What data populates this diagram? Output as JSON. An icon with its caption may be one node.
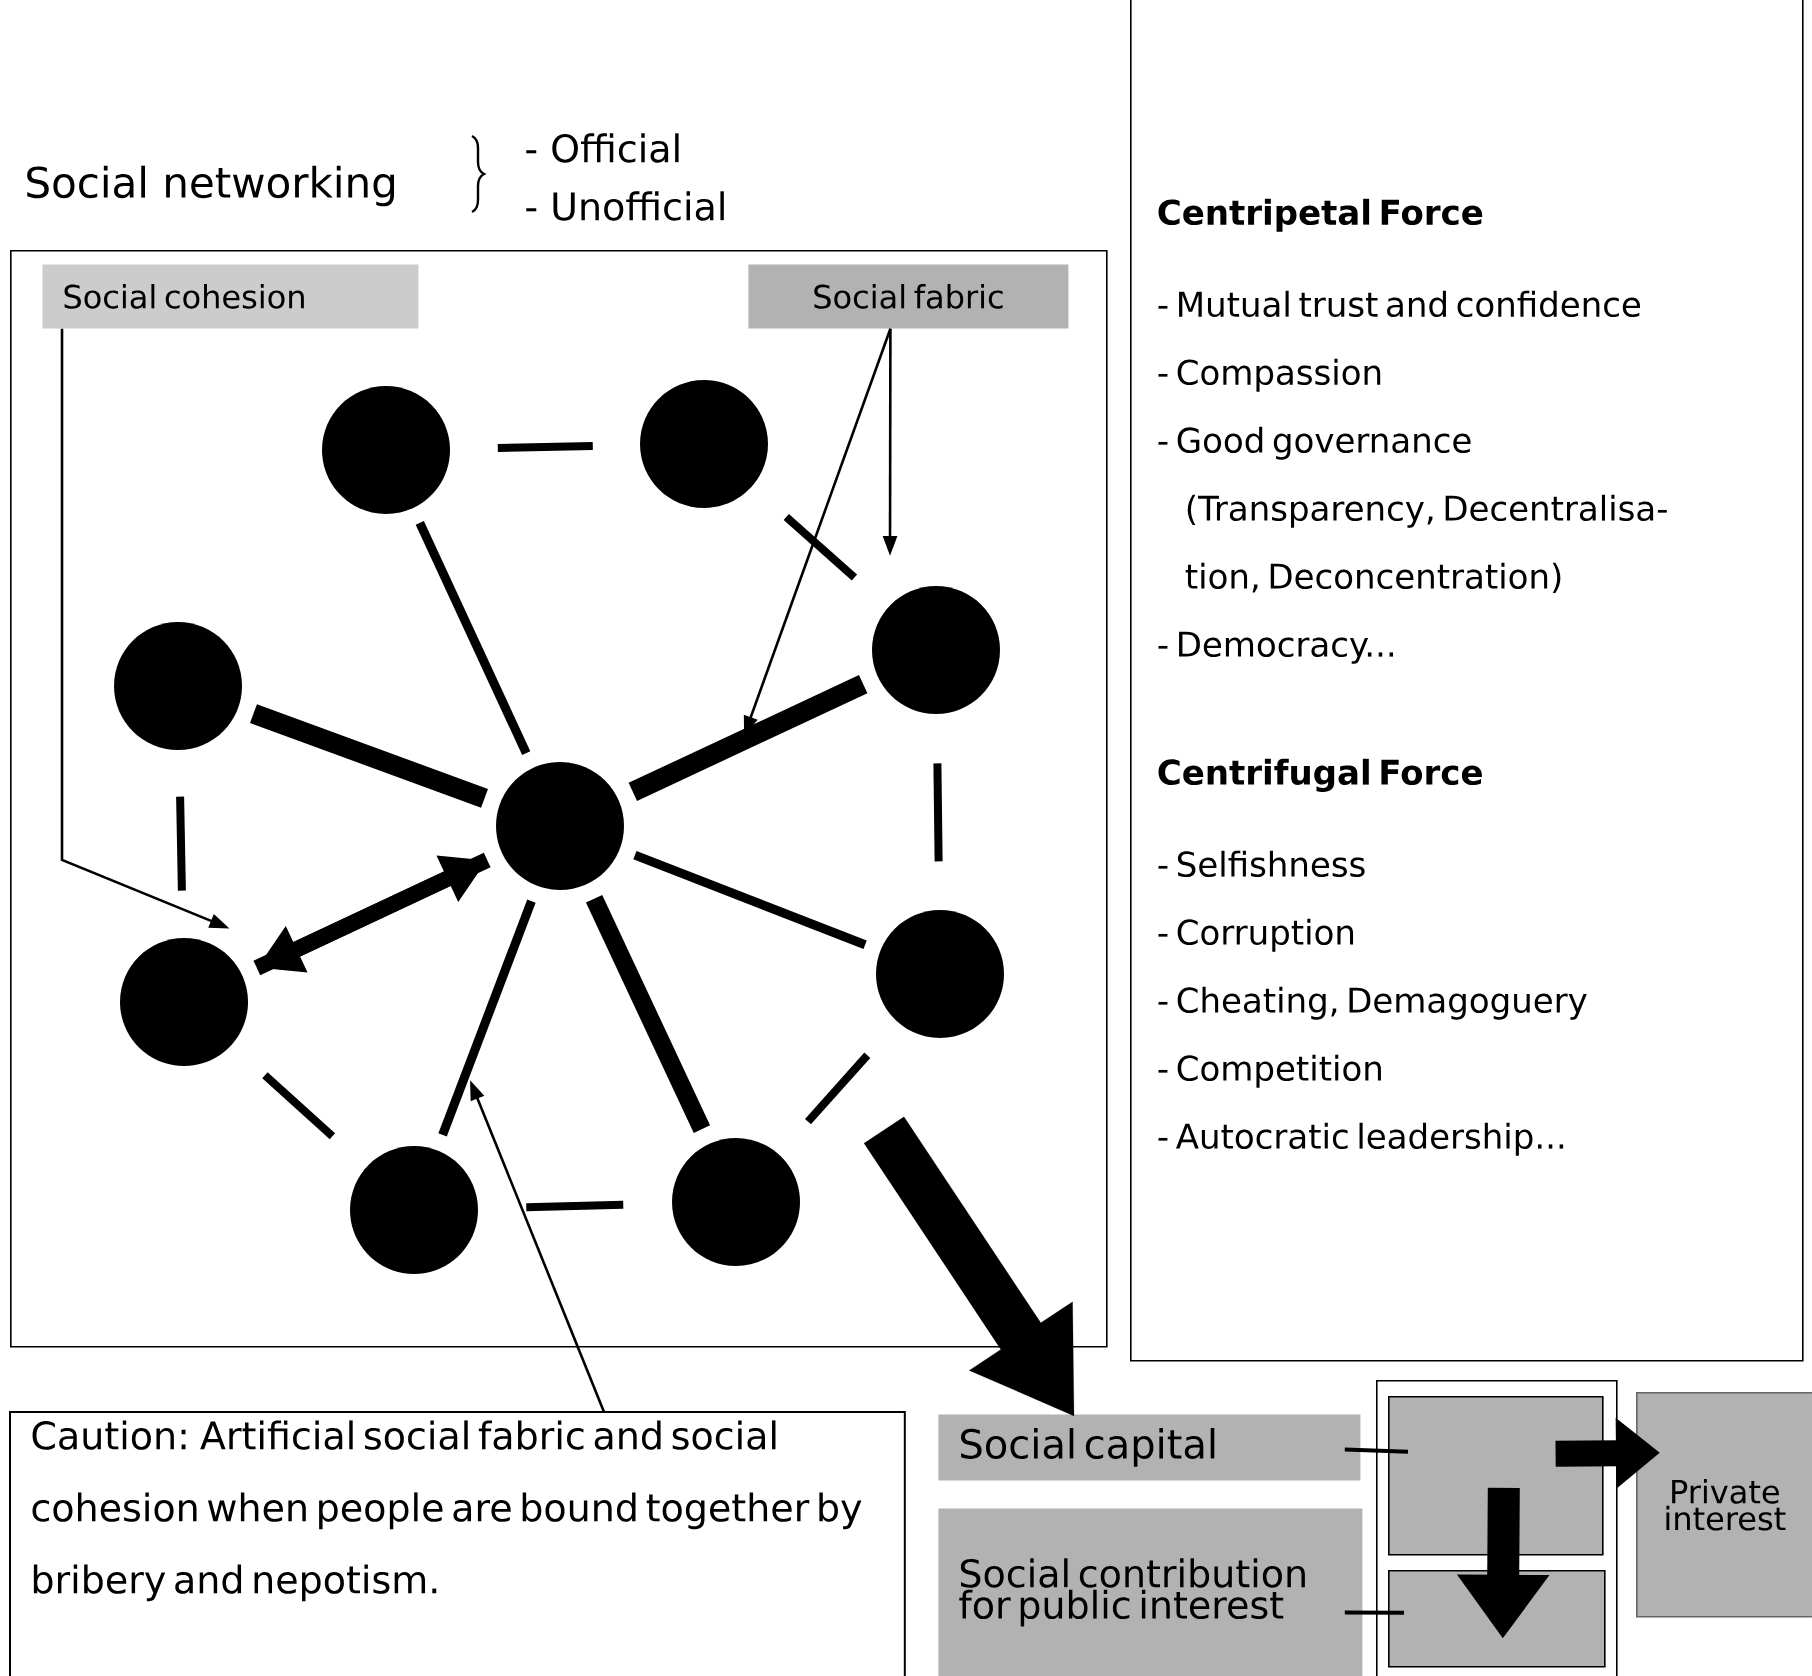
{
  "diagram": {
    "nodes": [
      {
        "text": [],
        "shape": "box"
      },
      {
        "text": [
          "Social cohesion"
        ],
        "in": 0
      },
      {
        "text": [
          "Social fabric"
        ],
        "in": 0
      },
      {
        "text": [],
        "shape": "circle",
        "in": 0
      },
      {
        "text": [],
        "shape": "circle",
        "in": 0
      },
      {
        "text": [],
        "shape": "circle",
        "in": 0
      },
      {
        "text": [],
        "shape": "circle",
        "in": 0
      },
      {
        "text": [],
        "shape": "circle",
        "in": 0
      },
      {
        "text": [],
        "shape": "circle",
        "in": 0
      },
      {
        "text": [],
        "shape": "circle",
        "in": 0
      },
      {
        "text": [],
        "shape": "circle",
        "in": 0
      },
      {
        "text": [],
        "shape": "circle",
        "in": 0
      },
      {
        "text": [
          "Centripetal Force",
          "- Mutual trust and confidence",
          "- Compassion",
          "- Good governance (Transparency, Decentralisa- tion, Deconcentration)",
          "- Democracy...",
          "Centrifugal Force",
          "- Selfishness",
          "- Corruption",
          "- Cheating, Demagoguery",
          "- Competition",
          "- Autocratic leadership..."
        ]
      },
      {
        "text": [
          "Caution: Artificial social fabric and social cohesion when people are bound together by bribery and nepotism."
        ]
      },
      {
        "text": [
          "Social capital"
        ]
      },
      {
        "text": [
          "Social contribution for public interest"
        ]
      },
      {
        "text": [],
        "shape": "box"
      },
      {
        "text": [],
        "shape": "box",
        "in": 16
      },
      {
        "text": [],
        "shape": "box",
        "in": 16
      },
      {
        "text": [
          "Private interest"
        ]
      }
    ],
    "edges": [
      {
        "from": 1,
        "to": 8,
        "arrow": "to"
      },
      {
        "from": 2,
        "to": null,
        "arrow": "to"
      },
      {
        "from": 2,
        "to": null,
        "arrow": "to"
      },
      {
        "from": 7,
        "to": 3,
        "arrow": "none"
      },
      {
        "from": 7,
        "to": 5,
        "arrow": "none",
        "style": "thick"
      },
      {
        "from": 7,
        "to": 6,
        "arrow": "none",
        "style": "thick"
      },
      {
        "from": 7,
        "to": 9,
        "arrow": "none"
      },
      {
        "from": 7,
        "to": 10,
        "arrow": "none"
      },
      {
        "from": 7,
        "to": 11,
        "arrow": "none",
        "style": "thick"
      },
      {
        "from": 8,
        "to": 7,
        "arrow": "to",
        "style": "thick"
      },
      {
        "from": 7,
        "to": 8,
        "arrow": "to",
        "style": "thick"
      },
      {
        "from": 3,
        "to": 4,
        "arrow": "none",
        "style": "dashed"
      },
      {
        "from": 4,
        "to": 6,
        "arrow": "none",
        "style": "dashed"
      },
      {
        "from": 6,
        "to": 9,
        "arrow": "none",
        "style": "dashed"
      },
      {
        "from": 9,
        "to": 11,
        "arrow": "none",
        "style": "dashed"
      },
      {
        "from": 11,
        "to": 10,
        "arrow": "none",
        "style": "dashed"
      },
      {
        "from": 10,
        "to": 8,
        "arrow": "none",
        "style": "dashed"
      },
      {
        "from": 8,
        "to": 5,
        "arrow": "none",
        "style": "dashed"
      },
      {
        "from": 13,
        "to": null,
        "arrow": "to"
      },
      {
        "from": 0,
        "to": 14,
        "arrow": "to",
        "style": "thick"
      },
      {
        "from": 14,
        "to": 17,
        "arrow": "none"
      },
      {
        "from": 15,
        "to": 18,
        "arrow": "none"
      },
      {
        "from": 17,
        "to": 19,
        "arrow": "to",
        "style": "thick"
      },
      {
        "from": 17,
        "to": 18,
        "arrow": "to",
        "style": "thick"
      }
    ],
    "labels": [
      "Social networking",
      "- Official",
      "- Unofficial"
    ]
  }
}
